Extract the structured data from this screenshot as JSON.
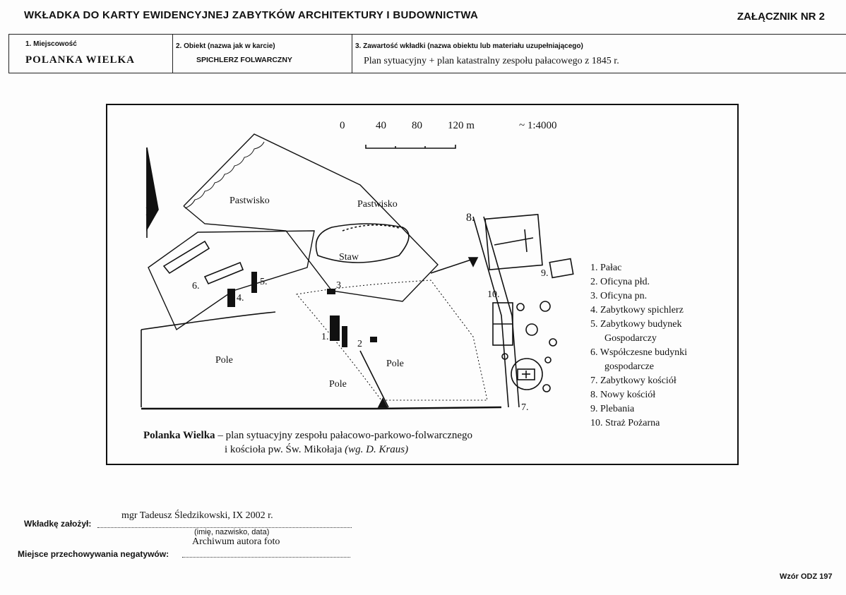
{
  "header": {
    "title": "WKŁADKA DO KARTY EWIDENCYJNEJ ZABYTKÓW ARCHITEKTURY I BUDOWNICTWA",
    "annex": "ZAŁĄCZNIK NR 2"
  },
  "fields": {
    "locality_label": "1. Miejscowość",
    "locality_value": "POLANKA WIELKA",
    "object_label": "2. Obiekt  (nazwa jak w karcie)",
    "object_value": "SPICHLERZ FOLWARCZNY",
    "content_label": "3. Zawartość wkładki  (nazwa obiektu lub materiału uzupełniającego)",
    "content_value": "Plan sytuacyjny + plan katastralny zespołu pałacowego z 1845 r."
  },
  "map": {
    "scale": [
      "0",
      "40",
      "80",
      "120 m",
      "~ 1:4000"
    ],
    "north": "N",
    "areas": {
      "pasture_1": "Pastwisko",
      "pasture_2": "Pastwisko",
      "pond": "Staw",
      "field_1": "Pole",
      "field_2": "Pole",
      "field_3": "Pole"
    },
    "markers": [
      "1.",
      "2",
      "3",
      "4.",
      "5.",
      "6.",
      "7.",
      "8.",
      "9.",
      "10."
    ],
    "legend": [
      "1.  Pałac",
      "2.  Oficyna płd.",
      "3.  Oficyna pn.",
      "4.  Zabytkowy spichlerz",
      "5.  Zabytkowy budynek",
      "      Gospodarczy",
      "6.  Współczesne budynki",
      "      gospodarcze",
      "7.  Zabytkowy kościół",
      "8.  Nowy kościół",
      "9.  Plebania",
      "10. Straż Pożarna"
    ],
    "caption": {
      "bold_part": "Polanka Wielka",
      "line1_rest": " – plan sytuacyjny zespołu pałacowo-parkowo-folwarcznego",
      "line2": "i kościoła pw. Św. Mikołaja ",
      "line2_italic": "(wg. D. Kraus)"
    }
  },
  "footer": {
    "founder_label": "Wkładkę założył:",
    "founder_value": "mgr Tadeusz Śledzikowski, IX 2002 r.",
    "founder_hint": "(imię, nazwisko, data)",
    "archive_value": "Archiwum autora foto",
    "negatives_label": "Miejsce przechowywania negatywów:",
    "template": "Wzór ODZ 197"
  }
}
